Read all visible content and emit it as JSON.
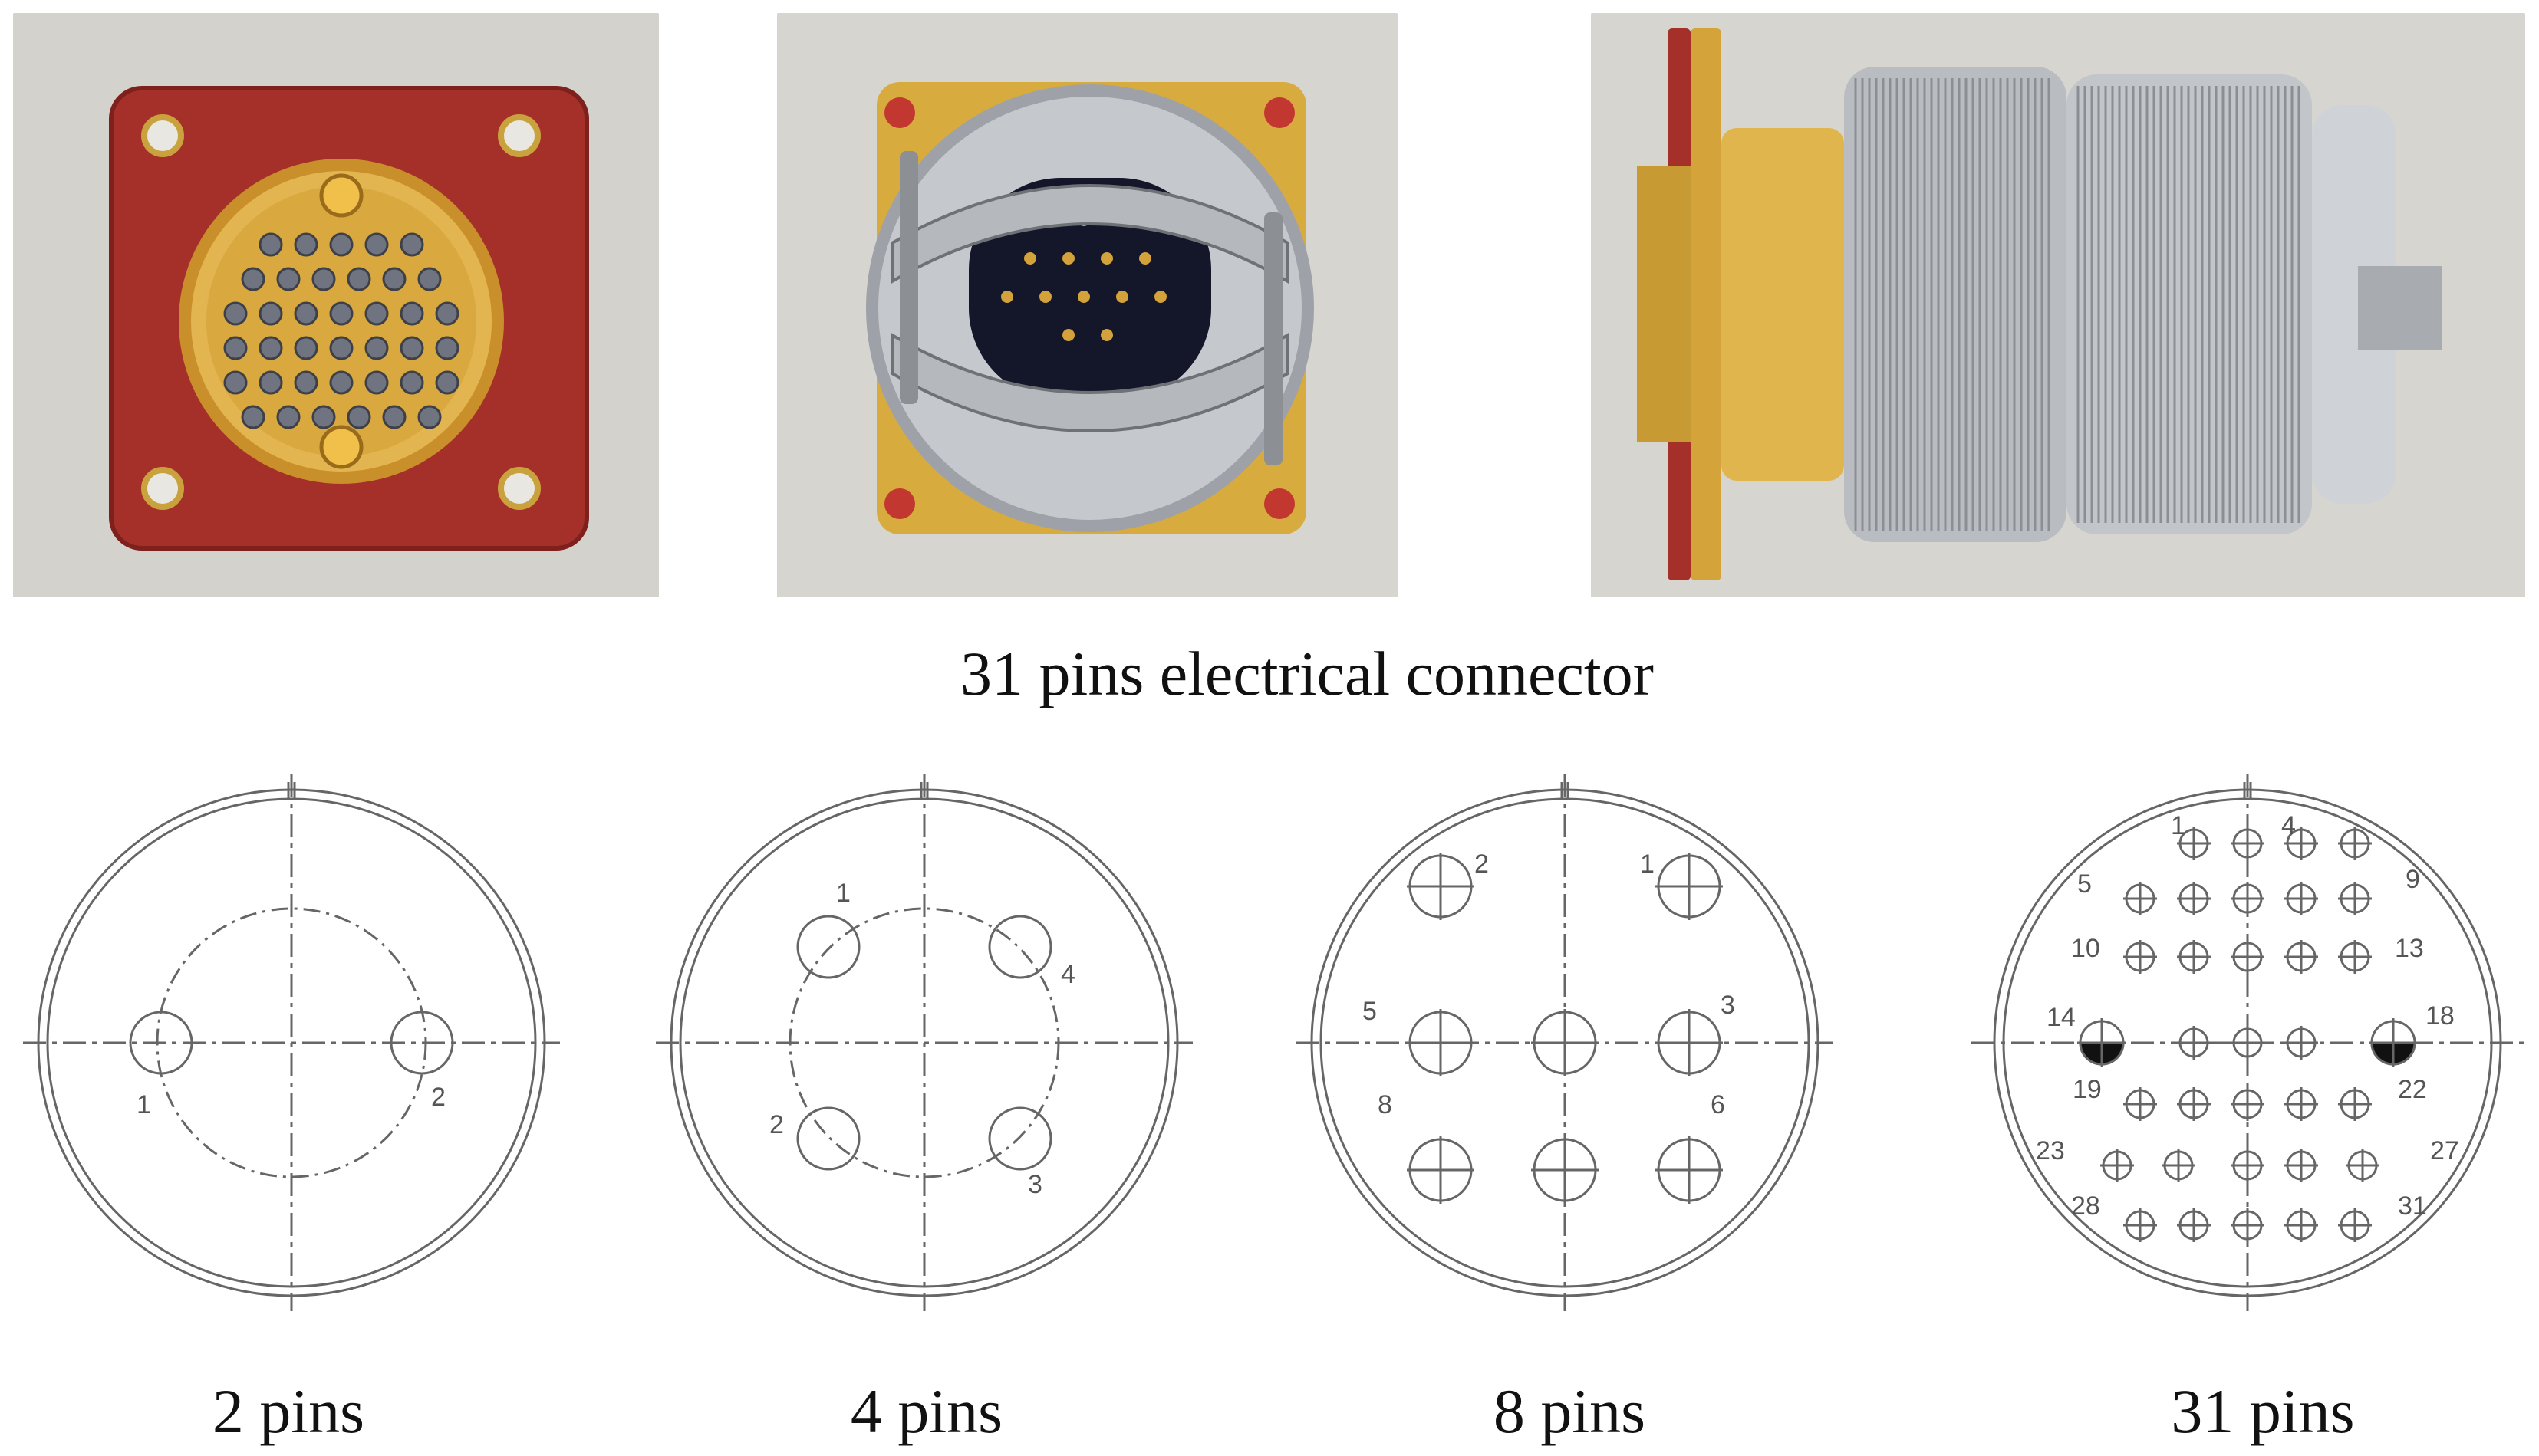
{
  "photo_caption": "31 pins electrical connector",
  "photos": [
    {
      "name": "connector-front-face"
    },
    {
      "name": "connector-rear-clamp"
    },
    {
      "name": "connector-side-view"
    }
  ],
  "pinouts": [
    {
      "label": "2 pins",
      "pin_numbers": [
        "1",
        "2"
      ]
    },
    {
      "label": "4 pins",
      "pin_numbers": [
        "1",
        "2",
        "3",
        "4"
      ]
    },
    {
      "label": "8 pins",
      "pin_numbers": [
        "1",
        "2",
        "3",
        "5",
        "6",
        "8"
      ]
    },
    {
      "label": "31 pins",
      "pin_numbers": [
        "1",
        "4",
        "5",
        "9",
        "10",
        "13",
        "14",
        "18",
        "19",
        "22",
        "23",
        "27",
        "28",
        "31"
      ]
    }
  ],
  "colors": {
    "flange_red": "#a5302a",
    "gold": "#d4a43a",
    "silver": "#b9bcc1",
    "line": "#666666"
  }
}
